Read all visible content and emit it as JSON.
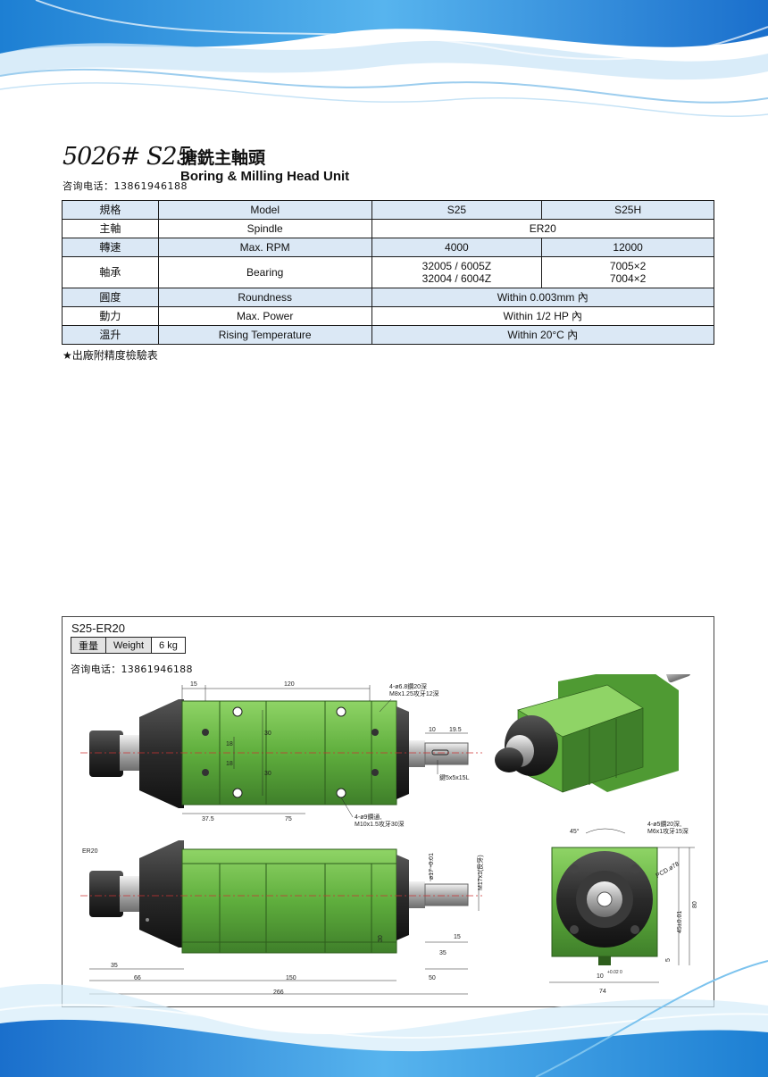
{
  "header": {
    "model_code": "5026# S25",
    "title_zh": "搪銑主軸頭",
    "title_en": "Boring & Milling Head Unit",
    "contact": "咨询电话：13861946188"
  },
  "spec_table": {
    "rows": [
      {
        "zh": "規格",
        "en": "Model",
        "s25": "S25",
        "s25h": "S25H"
      },
      {
        "zh": "主軸",
        "en": "Spindle",
        "merged": "ER20"
      },
      {
        "zh": "轉速",
        "en": "Max. RPM",
        "s25": "4000",
        "s25h": "12000"
      },
      {
        "zh": "軸承",
        "en": "Bearing",
        "s25_line1": "32005 / 6005Z",
        "s25_line2": "32004 / 6004Z",
        "s25h_line1": "7005×2",
        "s25h_line2": "7004×2"
      },
      {
        "zh": "圓度",
        "en": "Roundness",
        "merged": "Within 0.003mm 內"
      },
      {
        "zh": "動力",
        "en": "Max. Power",
        "merged": "Within 1/2 HP 內"
      },
      {
        "zh": "溫升",
        "en": "Rising Temperature",
        "merged": "Within 20°C 內"
      }
    ],
    "note": "★出廠附精度檢驗表"
  },
  "drawing": {
    "title": "S25-ER20",
    "weight_zh": "重量",
    "weight_en": "Weight",
    "weight_value": "6 kg",
    "contact": "咨询电话：13861946188",
    "dims": {
      "d15": "15",
      "d120": "120",
      "d37_5": "37.5",
      "d75": "75",
      "d10": "10",
      "d19_5": "19.5",
      "d18a": "18",
      "d18b": "18",
      "d30a": "30",
      "d30b": "30",
      "hole_top_1": "4-ø6.8鑽20深",
      "hole_top_2": "M8x1.25攻牙12深",
      "key": "鍵5x5x15L",
      "hole_bot_1": "4-ø9鑽通,",
      "hole_bot_2": "M10x1.5攻牙30深",
      "er20": "ER20",
      "d35a": "35",
      "d66": "66",
      "d150": "150",
      "d50": "50",
      "d266": "266",
      "d15b": "15",
      "d35b": "35",
      "d30c": "30",
      "m17": "M17x1(反牙)",
      "d17": "ø17 -0.01",
      "angle": "45°",
      "hole_side_1": "4-ø5鑽20深,",
      "hole_side_2": "M6x1攻牙15深",
      "pcd": "PCD.ø78",
      "d45": "45±0.01",
      "d80": "80",
      "d5": "5",
      "d10b": "10",
      "tol": "+0.02  0",
      "d74": "74"
    }
  },
  "colors": {
    "body_green": "#5fae3d",
    "body_green_dark": "#3f7f2a",
    "table_shade": "#dbe8f5",
    "wave_blue": "#2f8fd8"
  }
}
